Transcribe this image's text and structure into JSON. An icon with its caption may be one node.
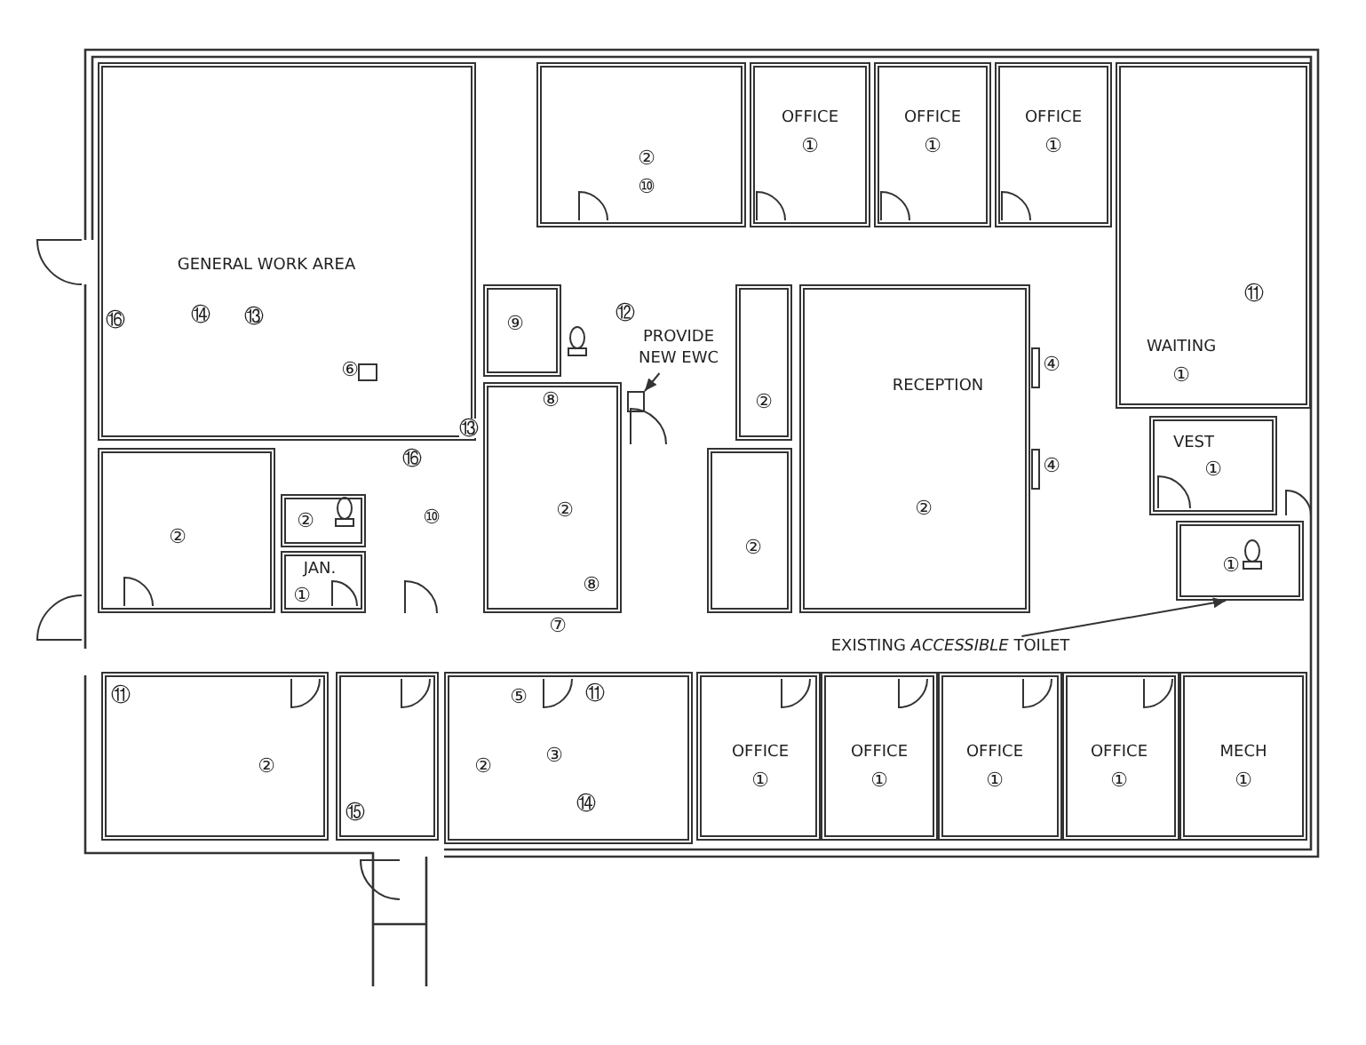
{
  "diagram": {
    "nodes": [
      {
        "text": [
          "GENERAL WORK AREA",
          "⑯",
          "⑭",
          "⑬",
          "⑥"
        ]
      },
      {
        "text": [
          "②",
          "⑩"
        ]
      },
      {
        "text": [
          "OFFICE",
          "①"
        ]
      },
      {
        "text": [
          "OFFICE",
          "①"
        ]
      },
      {
        "text": [
          "OFFICE",
          "①"
        ]
      },
      {
        "text": [
          "WAITING",
          "①"
        ]
      },
      {
        "text": [
          "⑨"
        ]
      },
      {
        "text": [
          "⑧",
          "②",
          "⑧"
        ]
      },
      {
        "text": [
          "②"
        ]
      },
      {
        "text": [
          "②"
        ]
      },
      {
        "text": [
          "JAN.",
          "①"
        ]
      },
      {
        "text": [
          "②"
        ]
      },
      {
        "text": [
          "②"
        ]
      },
      {
        "text": [
          "RECEPTION",
          "②"
        ],
        "beside": [
          "④",
          "④"
        ]
      },
      {
        "text": [
          "VEST",
          "①"
        ]
      },
      {
        "text": [
          "①"
        ]
      },
      {
        "text": [
          "⑪",
          "②"
        ]
      },
      {
        "text": [
          "⑮"
        ]
      },
      {
        "text": [
          "⑤",
          "⑪",
          "②",
          "③",
          "⑭"
        ]
      },
      {
        "text": [
          "OFFICE",
          "①"
        ]
      },
      {
        "text": [
          "OFFICE",
          "①"
        ]
      },
      {
        "text": [
          "OFFICE",
          "①"
        ]
      },
      {
        "text": [
          "OFFICE",
          "①"
        ]
      },
      {
        "text": [
          "MECH",
          "①"
        ]
      },
      {
        "text": [
          "PROVIDE NEW EWC"
        ]
      },
      {
        "text": [],
        "shape": "box"
      },
      {
        "text": [
          "EXISTING *ACCESSIBLE* TOILET"
        ]
      }
    ],
    "edges": [
      {
        "from": 24,
        "to": 25,
        "arrow": "to"
      },
      {
        "from": 26,
        "to": 15,
        "arrow": "to"
      }
    ],
    "labels": [
      "⑪",
      "⑫",
      "⑬",
      "⑯",
      "⑩",
      "⑦"
    ]
  }
}
